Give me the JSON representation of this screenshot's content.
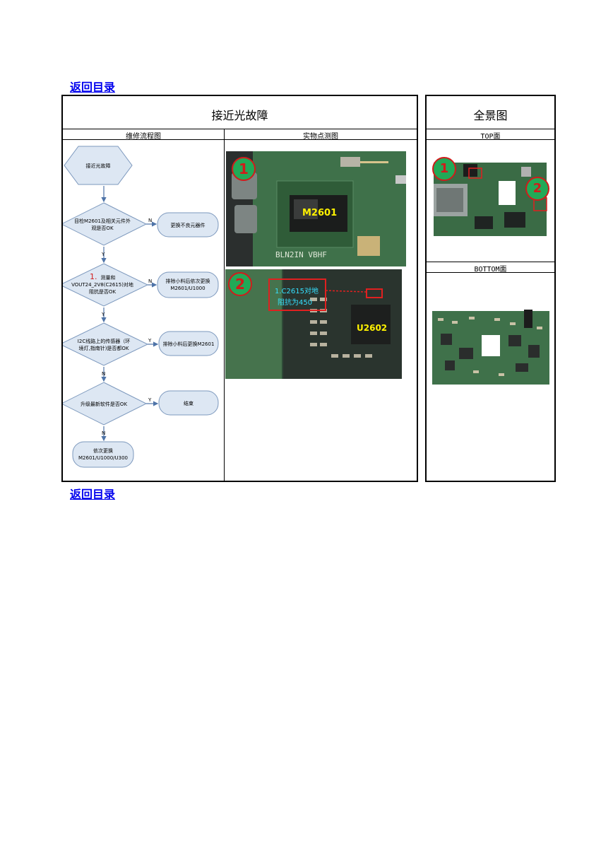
{
  "nav": {
    "back_link": "返回目录"
  },
  "main_table": {
    "title": "接近光故障",
    "col_flow": "维修流程图",
    "col_photo": "实物点测图"
  },
  "side_table": {
    "title": "全景图",
    "top_label": "TOP面",
    "bottom_label": "BOTTOM面"
  },
  "flowchart": {
    "start": "接近光故障",
    "step1": [
      "目检M2601及相关元件外",
      "观是否OK"
    ],
    "step1_no": "更换不良元器件",
    "step2_num": "1.",
    "step2": [
      "测量和",
      "VOUT24_2V8(C2615)对地",
      "阻抗是否OK"
    ],
    "step2_no": [
      "排除小料后依次更换",
      "M2601/U1000"
    ],
    "step3": [
      "I2C线路上的传感器（环",
      "境灯,指南针)是否都OK"
    ],
    "step3_yes": "排除小料后更换M2601",
    "step4": "升级最新软件是否OK",
    "step4_yes": "结束",
    "final": [
      "依次更换",
      "M2601/U1000/U300"
    ],
    "label_n": "N",
    "label_y": "Y"
  },
  "photos": {
    "p1_marker": "1",
    "p1_chip": "M2601",
    "p1_silk": "BLN2IN  VBHF",
    "p2_marker": "2",
    "p2_note": [
      "1.C2615对地",
      "阻抗为450"
    ],
    "p2_chip": "U2602"
  },
  "panorama": {
    "marker1": "1",
    "marker2": "2"
  },
  "colors": {
    "flow_fill": "#dde7f3",
    "flow_stroke": "#7c98bd",
    "arrow": "#4f74a8",
    "pcb": "#3a6b45",
    "marker_fill": "#22a957",
    "marker_stroke": "#d11b1b",
    "highlight": "#e02020"
  }
}
